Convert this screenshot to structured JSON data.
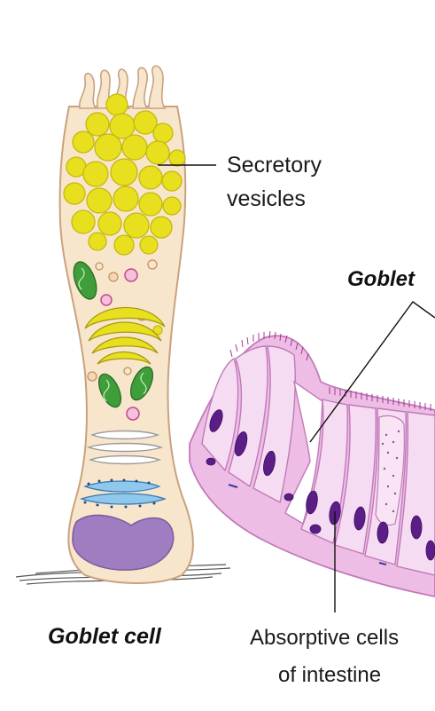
{
  "labels": {
    "secretory_line1": "Secretory",
    "secretory_line2": "vesicles",
    "goblet_callout": "Goblet",
    "goblet_cell_title": "Goblet cell",
    "absorptive_line1": "Absorptive cells",
    "absorptive_line2": "of intestine"
  },
  "colors": {
    "cytoplasm": "#f8e6cc",
    "vesicle": "#e8e01e",
    "mitochondria": "#3f9e3a",
    "nucleus": "#a07cc0",
    "epithelium": "#e8b4e0",
    "epithelium_nucleus": "#5a1e86"
  }
}
